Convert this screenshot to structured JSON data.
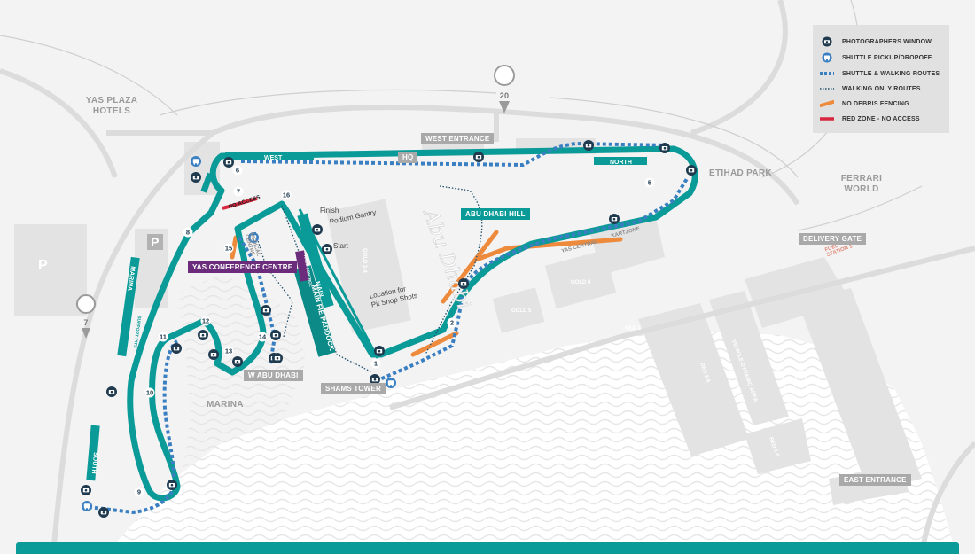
{
  "colors": {
    "track": "#0a9a97",
    "shuttle_route": "#3a7fc1",
    "walking_route": "#1d4f6b",
    "no_debris_fencing": "#ee8a3c",
    "red_zone": "#d7263d",
    "photographer_icon": "#1f3a4f",
    "shuttle_icon": "#3a7fc1",
    "label_bg": "#a9a9a9",
    "venue_label_bg": "#6b2d7b"
  },
  "legend": {
    "items": [
      {
        "icon": "camera-icon",
        "label": "PHOTOGRAPHERS WINDOW"
      },
      {
        "icon": "bus-icon",
        "label": "SHUTTLE PICKUP/DROPOFF"
      },
      {
        "icon": "dashed-line-icon",
        "label": "SHUTTLE & WALKING ROUTES"
      },
      {
        "icon": "dotted-line-icon",
        "label": "WALKING ONLY ROUTES"
      },
      {
        "icon": "orange-bar-icon",
        "label": "NO DEBRIS FENCING"
      },
      {
        "icon": "red-bar-icon",
        "label": "RED ZONE - NO ACCESS"
      }
    ]
  },
  "areas": {
    "yas_plaza": "YAS PLAZA\nHOTELS",
    "etihad_park": "ETIHAD PARK",
    "ferrari_world": "FERRARI\nWORLD",
    "marina": "MARINA",
    "parking_big": "P",
    "parking_small": "P"
  },
  "tags": {
    "west_entrance": "WEST ENTRANCE",
    "hq": "HQ",
    "delivery_gate": "DELIVERY GATE",
    "east_entrance": "EAST ENTRANCE",
    "shams_tower": "SHAMS TOWER",
    "w_abu_dhabi": "W ABU DHABI",
    "abu_dhabi_hill": "ABU DHABI HILL",
    "yas_conference": "YAS CONFERENCE CENTRE",
    "no_access": "NO ACCESS"
  },
  "road_markers": [
    "20",
    "7"
  ],
  "turns": [
    "1",
    "2",
    "5",
    "6",
    "7",
    "8",
    "9",
    "10",
    "11",
    "12",
    "13",
    "14",
    "15",
    "16"
  ],
  "grandstands": {
    "west": "WEST",
    "north": "NORTH",
    "main": "MAIN",
    "marina": "MARINA",
    "south": "SOUTH",
    "marina_support": "SUPPORT PITS",
    "main_f1e_paddock": "MAIN FIE PADDOCK",
    "race_control": "RACE CONTROL",
    "yas_central": "YAS CENTRAL",
    "kartzone": "KARTZONE",
    "medical_centre": "MEDICAL\nCENTRE",
    "fuel_station": "FUEL\nSTATION 1"
  },
  "zones": {
    "gold_1_4": "GOLD 1-4",
    "gold_5": "GOLD 5",
    "gold_6": "GOLD 6",
    "red_1": "RED 1",
    "red_2_4": "RED 2-4",
    "red_5_6": "RED 5-6",
    "vehicle_dynamic_area": "VEHICLE DYNAMIC AREA"
  },
  "notes": {
    "finish": "Finish",
    "podium_gantry": "Podium Gantry",
    "start": "Start",
    "location_pit_shop": "Location for\nPit Shop Shots"
  },
  "hill_lettering": "Abu Dhabi"
}
